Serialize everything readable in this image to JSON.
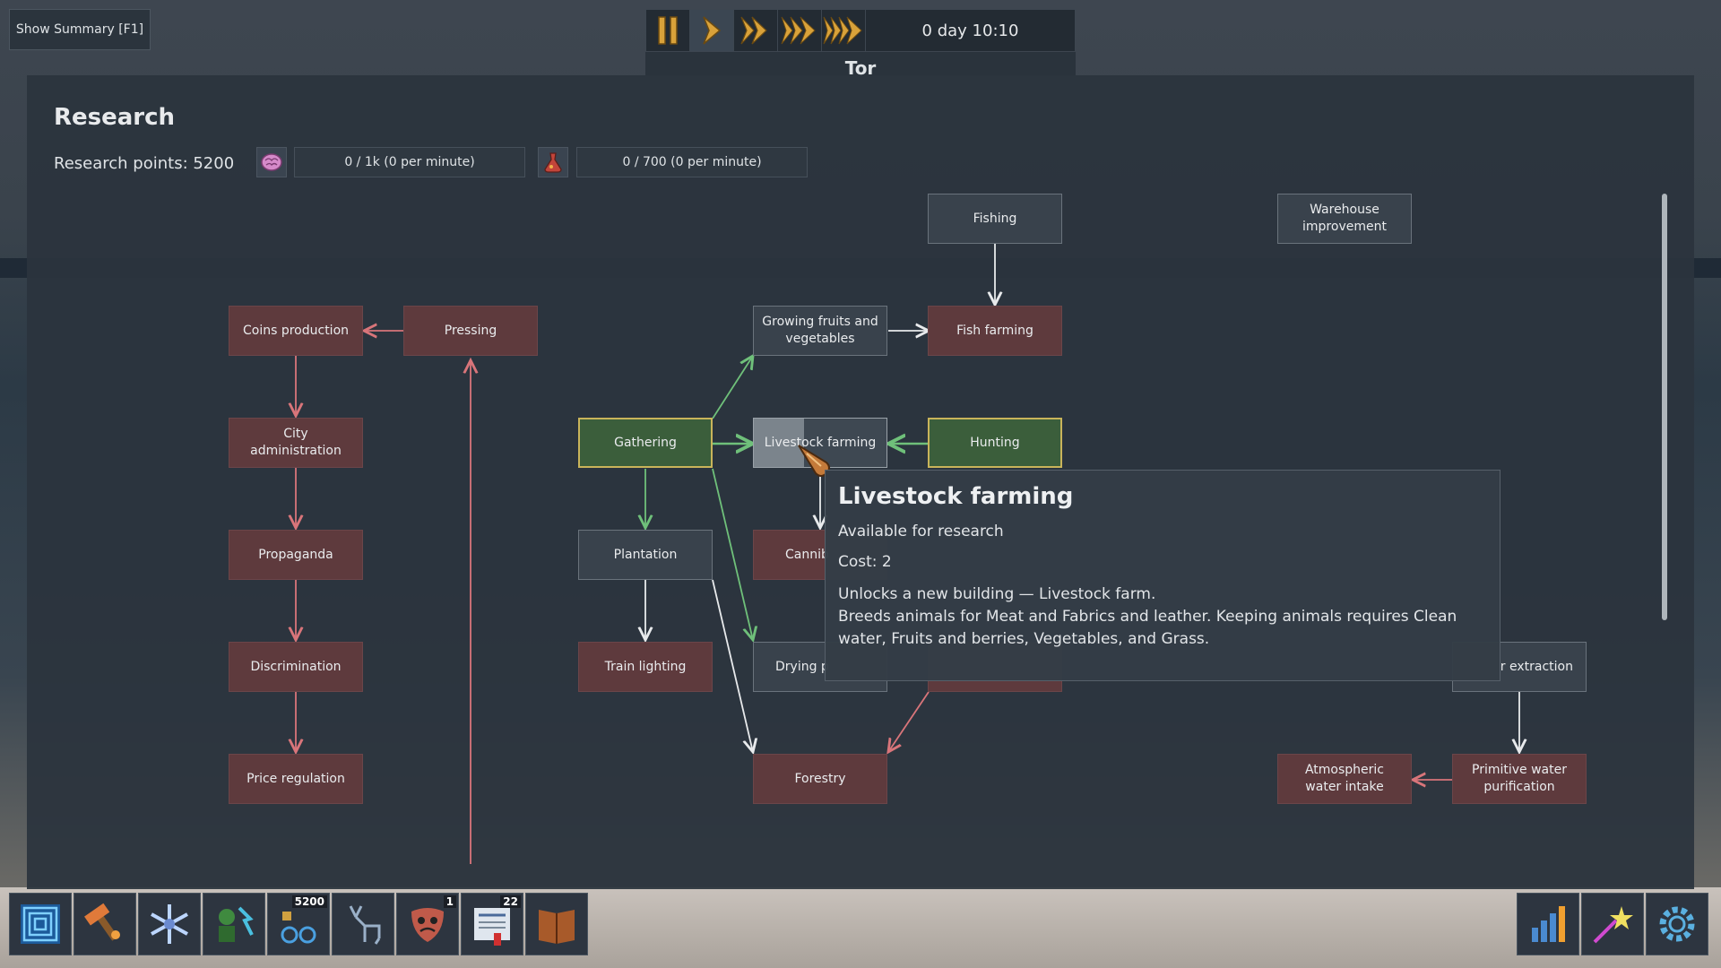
{
  "top": {
    "summary_button": "Show Summary [F1]",
    "time": "0 day 10:10",
    "city_name": "Tor"
  },
  "speed_controls": [
    {
      "name": "pause",
      "icon": "pause-icon"
    },
    {
      "name": "play",
      "icon": "play-icon"
    },
    {
      "name": "fast",
      "icon": "fast-forward-icon"
    },
    {
      "name": "faster",
      "icon": "faster-forward-icon"
    },
    {
      "name": "fastest",
      "icon": "fastest-forward-icon"
    }
  ],
  "panel": {
    "title": "Research",
    "research_points_label": "Research points: 5200",
    "resource1": {
      "icon": "brain-icon",
      "value": "0 / 1k (0 per minute)"
    },
    "resource2": {
      "icon": "flask-icon",
      "value": "0 / 700 (0 per minute)"
    }
  },
  "nodes": {
    "fishing": "Fishing",
    "warehouse": "Warehouse improvement",
    "coins_production": "Coins production",
    "pressing": "Pressing",
    "growing": "Growing fruits and vegetables",
    "fish_farming": "Fish farming",
    "city_admin": "City administration",
    "gathering": "Gathering",
    "livestock": "Livestock farming",
    "hunting": "Hunting",
    "propaganda": "Propaganda",
    "plantation": "Plantation",
    "cannib": "Cannib",
    "discrimination": "Discrimination",
    "train_lighting": "Train lighting",
    "drying": "Drying p",
    "r_extraction": "r extraction",
    "price_regulation": "Price regulation",
    "forestry": "Forestry",
    "atmospheric": "Atmospheric water intake",
    "primitive_water": "Primitive water purification"
  },
  "tooltip": {
    "title": "Livestock farming",
    "status": "Available for research",
    "cost": "Cost: 2",
    "line1": "Unlocks a new building — Livestock farm.",
    "line2": "Breeds animals for Meat and Fabrics and leather. Keeping animals requires Clean water, Fruits and berries, Vegetables, and Grass."
  },
  "bottom_toolbar": [
    {
      "icon": "map-building-icon",
      "badge": ""
    },
    {
      "icon": "hammer-icon",
      "badge": ""
    },
    {
      "icon": "snowflake-icon",
      "badge": ""
    },
    {
      "icon": "workers-icon",
      "badge": ""
    },
    {
      "icon": "research-icon",
      "badge": "5200"
    },
    {
      "icon": "deer-icon",
      "badge": ""
    },
    {
      "icon": "mask-icon",
      "badge": "1"
    },
    {
      "icon": "newspaper-icon",
      "badge": "22"
    },
    {
      "icon": "book-icon",
      "badge": ""
    }
  ],
  "right_toolbar": [
    {
      "icon": "statistics-icon"
    },
    {
      "icon": "star-wand-icon"
    },
    {
      "icon": "settings-gear-icon"
    }
  ],
  "colors": {
    "locked": "#5e3a3d",
    "researched": "#3b5e3b",
    "researched_border": "#c9b45a",
    "available": "#39424c",
    "arrow_red": "#d9757a",
    "arrow_green": "#6fc07a",
    "arrow_white": "#e8eaec"
  }
}
